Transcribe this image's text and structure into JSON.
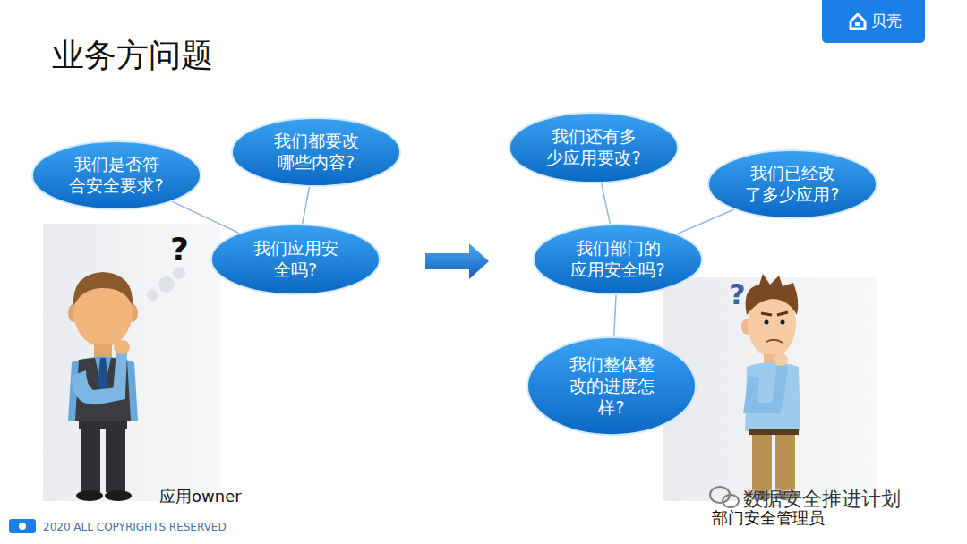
{
  "diagram": {
    "title": "业务方问题",
    "nodes": [
      {
        "text": [
          "我们是否符合安全要求?"
        ]
      },
      {
        "text": [
          "我们都要改哪些内容?"
        ]
      },
      {
        "text": [
          "我们应用安全吗?"
        ]
      },
      {
        "text": [
          "我们还有多少应用要改?"
        ]
      },
      {
        "text": [
          "我们已经改了多少应用?"
        ]
      },
      {
        "text": [
          "我们部门的应用安全吗?"
        ]
      },
      {
        "text": [
          "我们整体整改的进度怎样?"
        ]
      }
    ],
    "edges": [
      {
        "from": 2,
        "to": 0,
        "arrow": "none"
      },
      {
        "from": 2,
        "to": 1,
        "arrow": "none"
      },
      {
        "from": 5,
        "to": 3,
        "arrow": "none"
      },
      {
        "from": 5,
        "to": 4,
        "arrow": "none"
      },
      {
        "from": 5,
        "to": 6,
        "arrow": "none"
      }
    ],
    "labels": [
      "贝壳",
      "?",
      "?",
      "应用owner",
      "部门安全管理员",
      "2020 ALL COPYRIGHTS RESERVED",
      "数据安全推进计划"
    ]
  }
}
